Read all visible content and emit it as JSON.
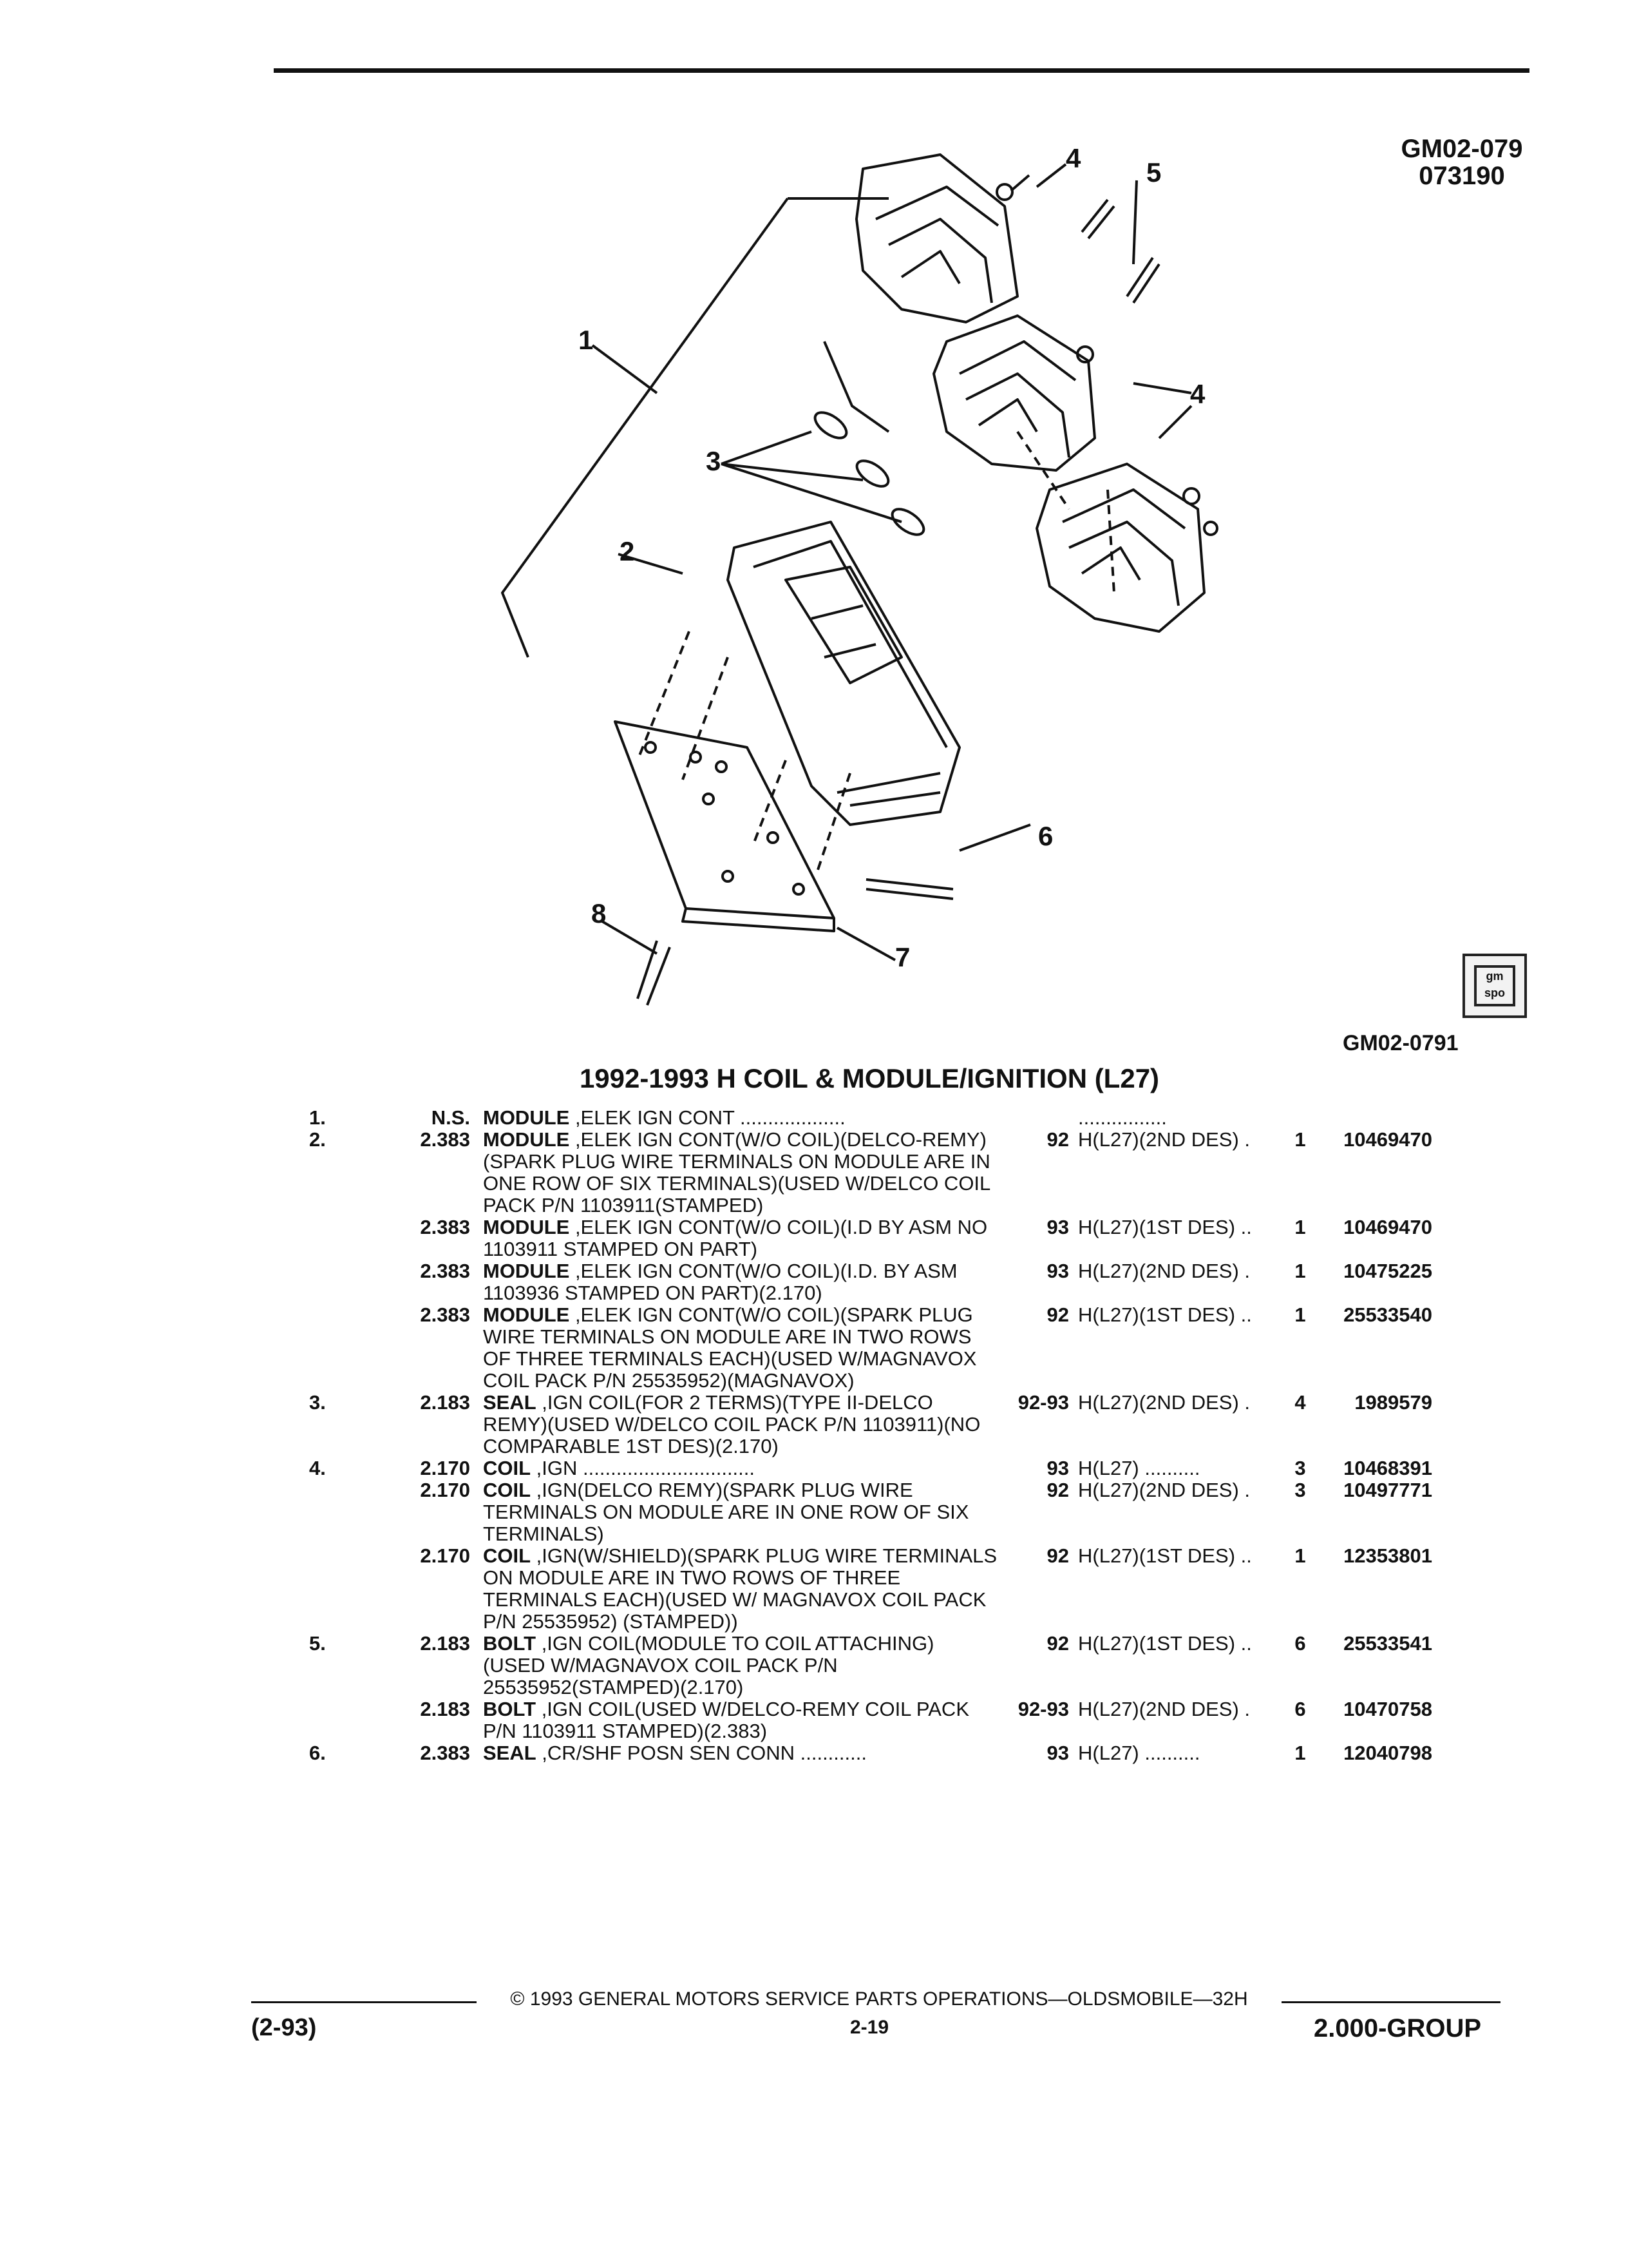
{
  "header": {
    "code": "GM02-079",
    "date": "073190"
  },
  "figure": {
    "callouts": [
      "1",
      "2",
      "3",
      "4",
      "4",
      "5",
      "6",
      "7",
      "8"
    ],
    "figure_id": "GM02-0791",
    "spo_logo_text": "gm spo"
  },
  "title": "1992-1993 H COIL & MODULE/IGNITION (L27)",
  "rows": [
    {
      "item": "1.",
      "grp": "N.S.",
      "name": "MODULE",
      "desc": " ,ELEK IGN CONT ...................",
      "year": "",
      "model": "................",
      "qty": "",
      "part": ""
    },
    {
      "item": "2.",
      "grp": "2.383",
      "name": "MODULE",
      "desc": " ,ELEK IGN CONT(W/O COIL)(DELCO-REMY)(SPARK PLUG WIRE TERMINALS ON MODULE ARE IN ONE ROW OF SIX TERMINALS)(USED W/DELCO COIL PACK P/N 1103911(STAMPED)",
      "year": "92",
      "model": "H(L27)(2ND DES) .",
      "qty": "1",
      "part": "10469470"
    },
    {
      "item": "",
      "grp": "2.383",
      "name": "MODULE",
      "desc": " ,ELEK IGN CONT(W/O COIL)(I.D BY ASM NO 1103911 STAMPED ON PART)",
      "year": "93",
      "model": "H(L27)(1ST DES) ..",
      "qty": "1",
      "part": "10469470"
    },
    {
      "item": "",
      "grp": "2.383",
      "name": "MODULE",
      "desc": " ,ELEK IGN CONT(W/O COIL)(I.D. BY ASM 1103936 STAMPED ON PART)(2.170)",
      "year": "93",
      "model": "H(L27)(2ND DES) .",
      "qty": "1",
      "part": "10475225"
    },
    {
      "item": "",
      "grp": "2.383",
      "name": "MODULE",
      "desc": " ,ELEK IGN CONT(W/O COIL)(SPARK PLUG WIRE TERMINALS ON MODULE ARE IN TWO ROWS OF THREE TERMINALS EACH)(USED W/MAGNAVOX COIL PACK P/N 25535952)(MAGNAVOX)",
      "year": "92",
      "model": "H(L27)(1ST DES) ..",
      "qty": "1",
      "part": "25533540"
    },
    {
      "item": "3.",
      "grp": "2.183",
      "name": "SEAL",
      "desc": " ,IGN COIL(FOR 2 TERMS)(TYPE II-DELCO REMY)(USED W/DELCO COIL PACK P/N 1103911)(NO COMPARABLE 1ST DES)(2.170)",
      "year": "92-93",
      "model": "H(L27)(2ND DES) .",
      "qty": "4",
      "part": "1989579"
    },
    {
      "item": "4.",
      "grp": "2.170",
      "name": "COIL",
      "desc": " ,IGN ...............................",
      "year": "93",
      "model": "H(L27) ..........",
      "qty": "3",
      "part": "10468391"
    },
    {
      "item": "",
      "grp": "2.170",
      "name": "COIL",
      "desc": " ,IGN(DELCO REMY)(SPARK PLUG WIRE TERMINALS ON MODULE ARE IN ONE ROW OF SIX TERMINALS)",
      "year": "92",
      "model": "H(L27)(2ND DES) .",
      "qty": "3",
      "part": "10497771"
    },
    {
      "item": "",
      "grp": "2.170",
      "name": "COIL",
      "desc": " ,IGN(W/SHIELD)(SPARK PLUG WIRE TERMINALS ON MODULE ARE IN TWO ROWS OF THREE TERMINALS EACH)(USED W/ MAGNAVOX COIL PACK P/N 25535952) (STAMPED))",
      "year": "92",
      "model": "H(L27)(1ST DES) ..",
      "qty": "1",
      "part": "12353801"
    },
    {
      "item": "5.",
      "grp": "2.183",
      "name": "BOLT",
      "desc": " ,IGN COIL(MODULE TO COIL ATTACHING) (USED W/MAGNAVOX COIL PACK P/N 25535952(STAMPED)(2.170)",
      "year": "92",
      "model": "H(L27)(1ST DES) ..",
      "qty": "6",
      "part": "25533541"
    },
    {
      "item": "",
      "grp": "2.183",
      "name": "BOLT",
      "desc": " ,IGN COIL(USED W/DELCO-REMY COIL PACK P/N 1103911 STAMPED)(2.383)",
      "year": "92-93",
      "model": "H(L27)(2ND DES) .",
      "qty": "6",
      "part": "10470758"
    },
    {
      "item": "6.",
      "grp": "2.383",
      "name": "SEAL",
      "desc": " ,CR/SHF POSN SEN CONN ............",
      "year": "93",
      "model": "H(L27) ..........",
      "qty": "1",
      "part": "12040798"
    }
  ],
  "footer": {
    "copyright": "© 1993 GENERAL MOTORS SERVICE PARTS OPERATIONS—OLDSMOBILE—32H",
    "date_code": "(2-93)",
    "page": "2-19",
    "group": "2.000-GROUP"
  }
}
